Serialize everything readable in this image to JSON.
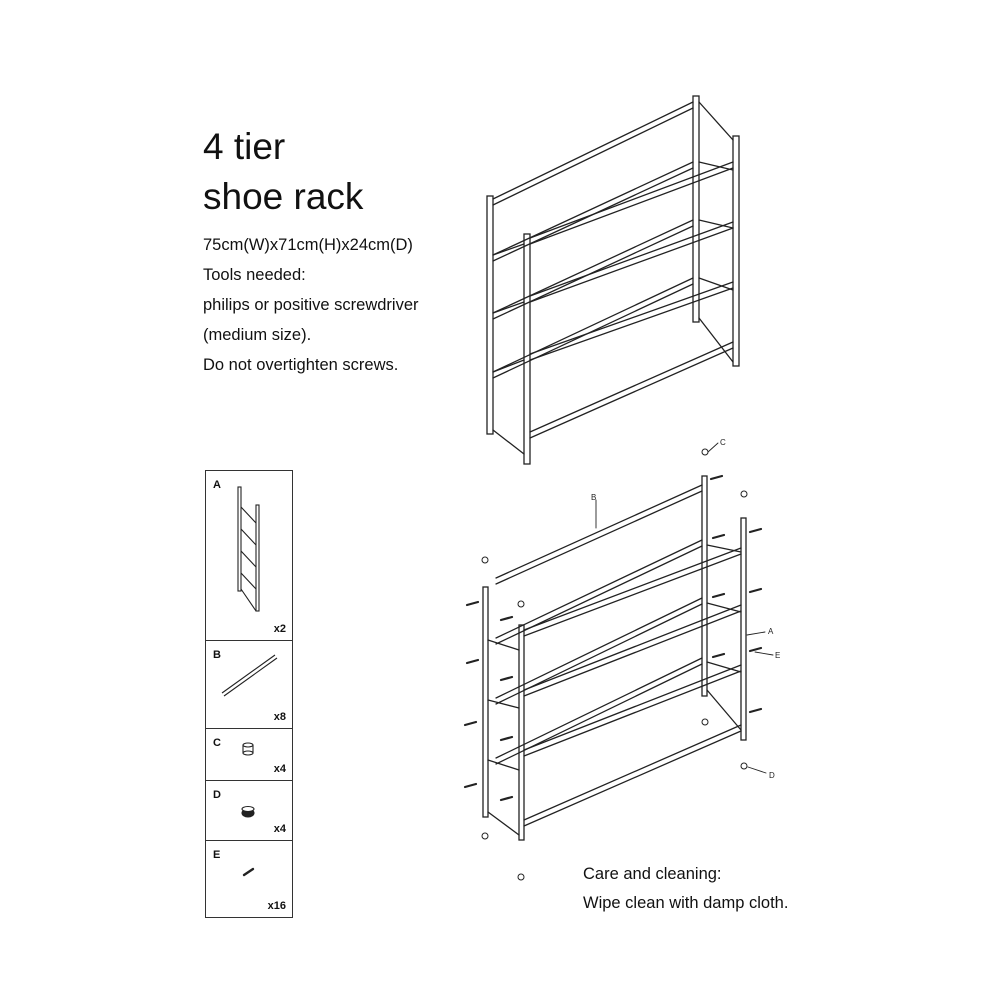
{
  "title": {
    "line1": "4 tier",
    "line2": "shoe rack"
  },
  "info": {
    "dimensions": "75cm(W)x71cm(H)x24cm(D)",
    "tools_heading": "Tools needed:",
    "tool_1": "philips or positive screwdriver",
    "tool_2": "(medium size).",
    "warning": "Do not overtighten screws."
  },
  "parts": [
    {
      "letter": "A",
      "qty": "x2",
      "icon": "side-frame-icon"
    },
    {
      "letter": "B",
      "qty": "x8",
      "icon": "rod-icon"
    },
    {
      "letter": "C",
      "qty": "x4",
      "icon": "end-cap-icon"
    },
    {
      "letter": "D",
      "qty": "x4",
      "icon": "foot-cap-icon"
    },
    {
      "letter": "E",
      "qty": "x16",
      "icon": "screw-icon"
    }
  ],
  "assembly_labels": {
    "a": "A",
    "b": "B",
    "c": "C",
    "d": "D",
    "e": "E"
  },
  "care": {
    "heading": "Care and cleaning:",
    "text": "Wipe clean with damp cloth."
  },
  "colors": {
    "ink": "#222222",
    "background": "#ffffff"
  }
}
